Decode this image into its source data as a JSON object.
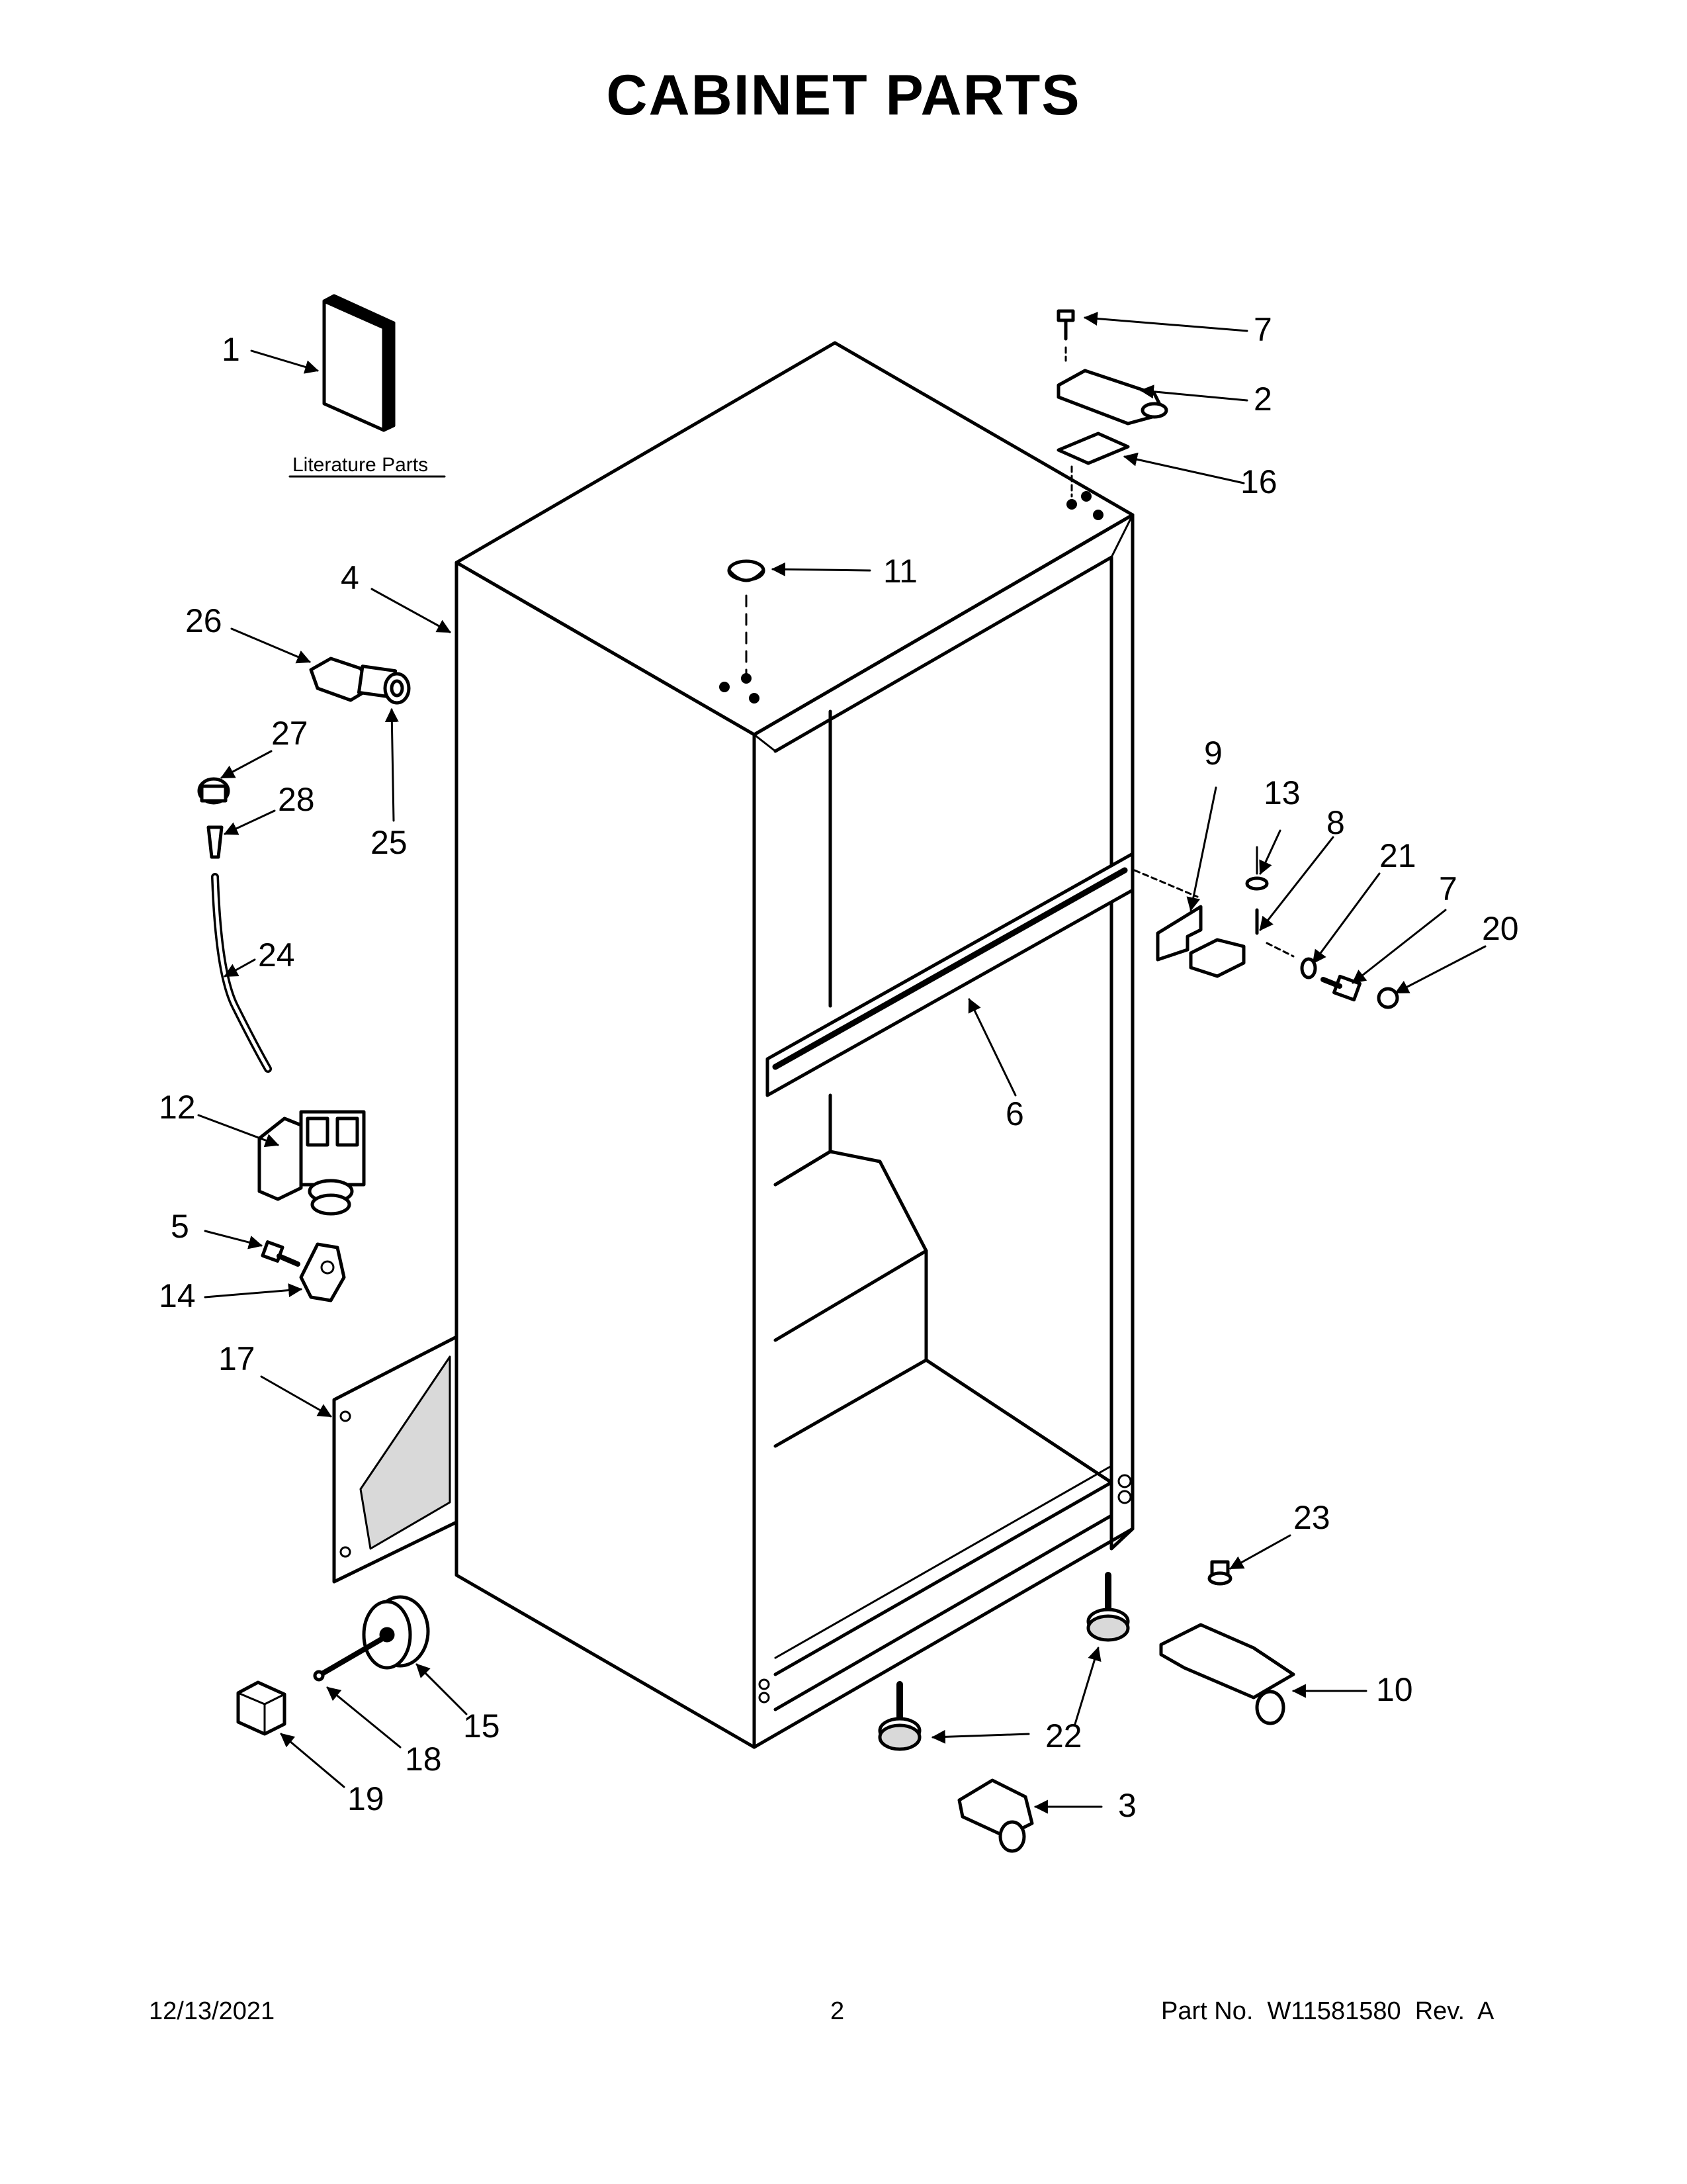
{
  "page": {
    "title": "CABINET PARTS"
  },
  "literature": {
    "label": "Literature Parts"
  },
  "callouts": [
    {
      "id": "c1",
      "label": "1"
    },
    {
      "id": "c2",
      "label": "2"
    },
    {
      "id": "c3",
      "label": "3"
    },
    {
      "id": "c4",
      "label": "4"
    },
    {
      "id": "c5",
      "label": "5"
    },
    {
      "id": "c6",
      "label": "6"
    },
    {
      "id": "c7a",
      "label": "7"
    },
    {
      "id": "c7b",
      "label": "7"
    },
    {
      "id": "c8",
      "label": "8"
    },
    {
      "id": "c9",
      "label": "9"
    },
    {
      "id": "c10",
      "label": "10"
    },
    {
      "id": "c11",
      "label": "11"
    },
    {
      "id": "c12",
      "label": "12"
    },
    {
      "id": "c13",
      "label": "13"
    },
    {
      "id": "c14",
      "label": "14"
    },
    {
      "id": "c15",
      "label": "15"
    },
    {
      "id": "c16",
      "label": "16"
    },
    {
      "id": "c17",
      "label": "17"
    },
    {
      "id": "c18",
      "label": "18"
    },
    {
      "id": "c19",
      "label": "19"
    },
    {
      "id": "c20",
      "label": "20"
    },
    {
      "id": "c21",
      "label": "21"
    },
    {
      "id": "c22a",
      "label": "22"
    },
    {
      "id": "c22b",
      "label": "22"
    },
    {
      "id": "c23",
      "label": "23"
    },
    {
      "id": "c24",
      "label": "24"
    },
    {
      "id": "c25",
      "label": "25"
    },
    {
      "id": "c26",
      "label": "26"
    },
    {
      "id": "c27",
      "label": "27"
    },
    {
      "id": "c28",
      "label": "28"
    }
  ],
  "footer": {
    "date": "12/13/2021",
    "page_number": "2",
    "part_no": "Part No.  W11581580  Rev.  A"
  }
}
